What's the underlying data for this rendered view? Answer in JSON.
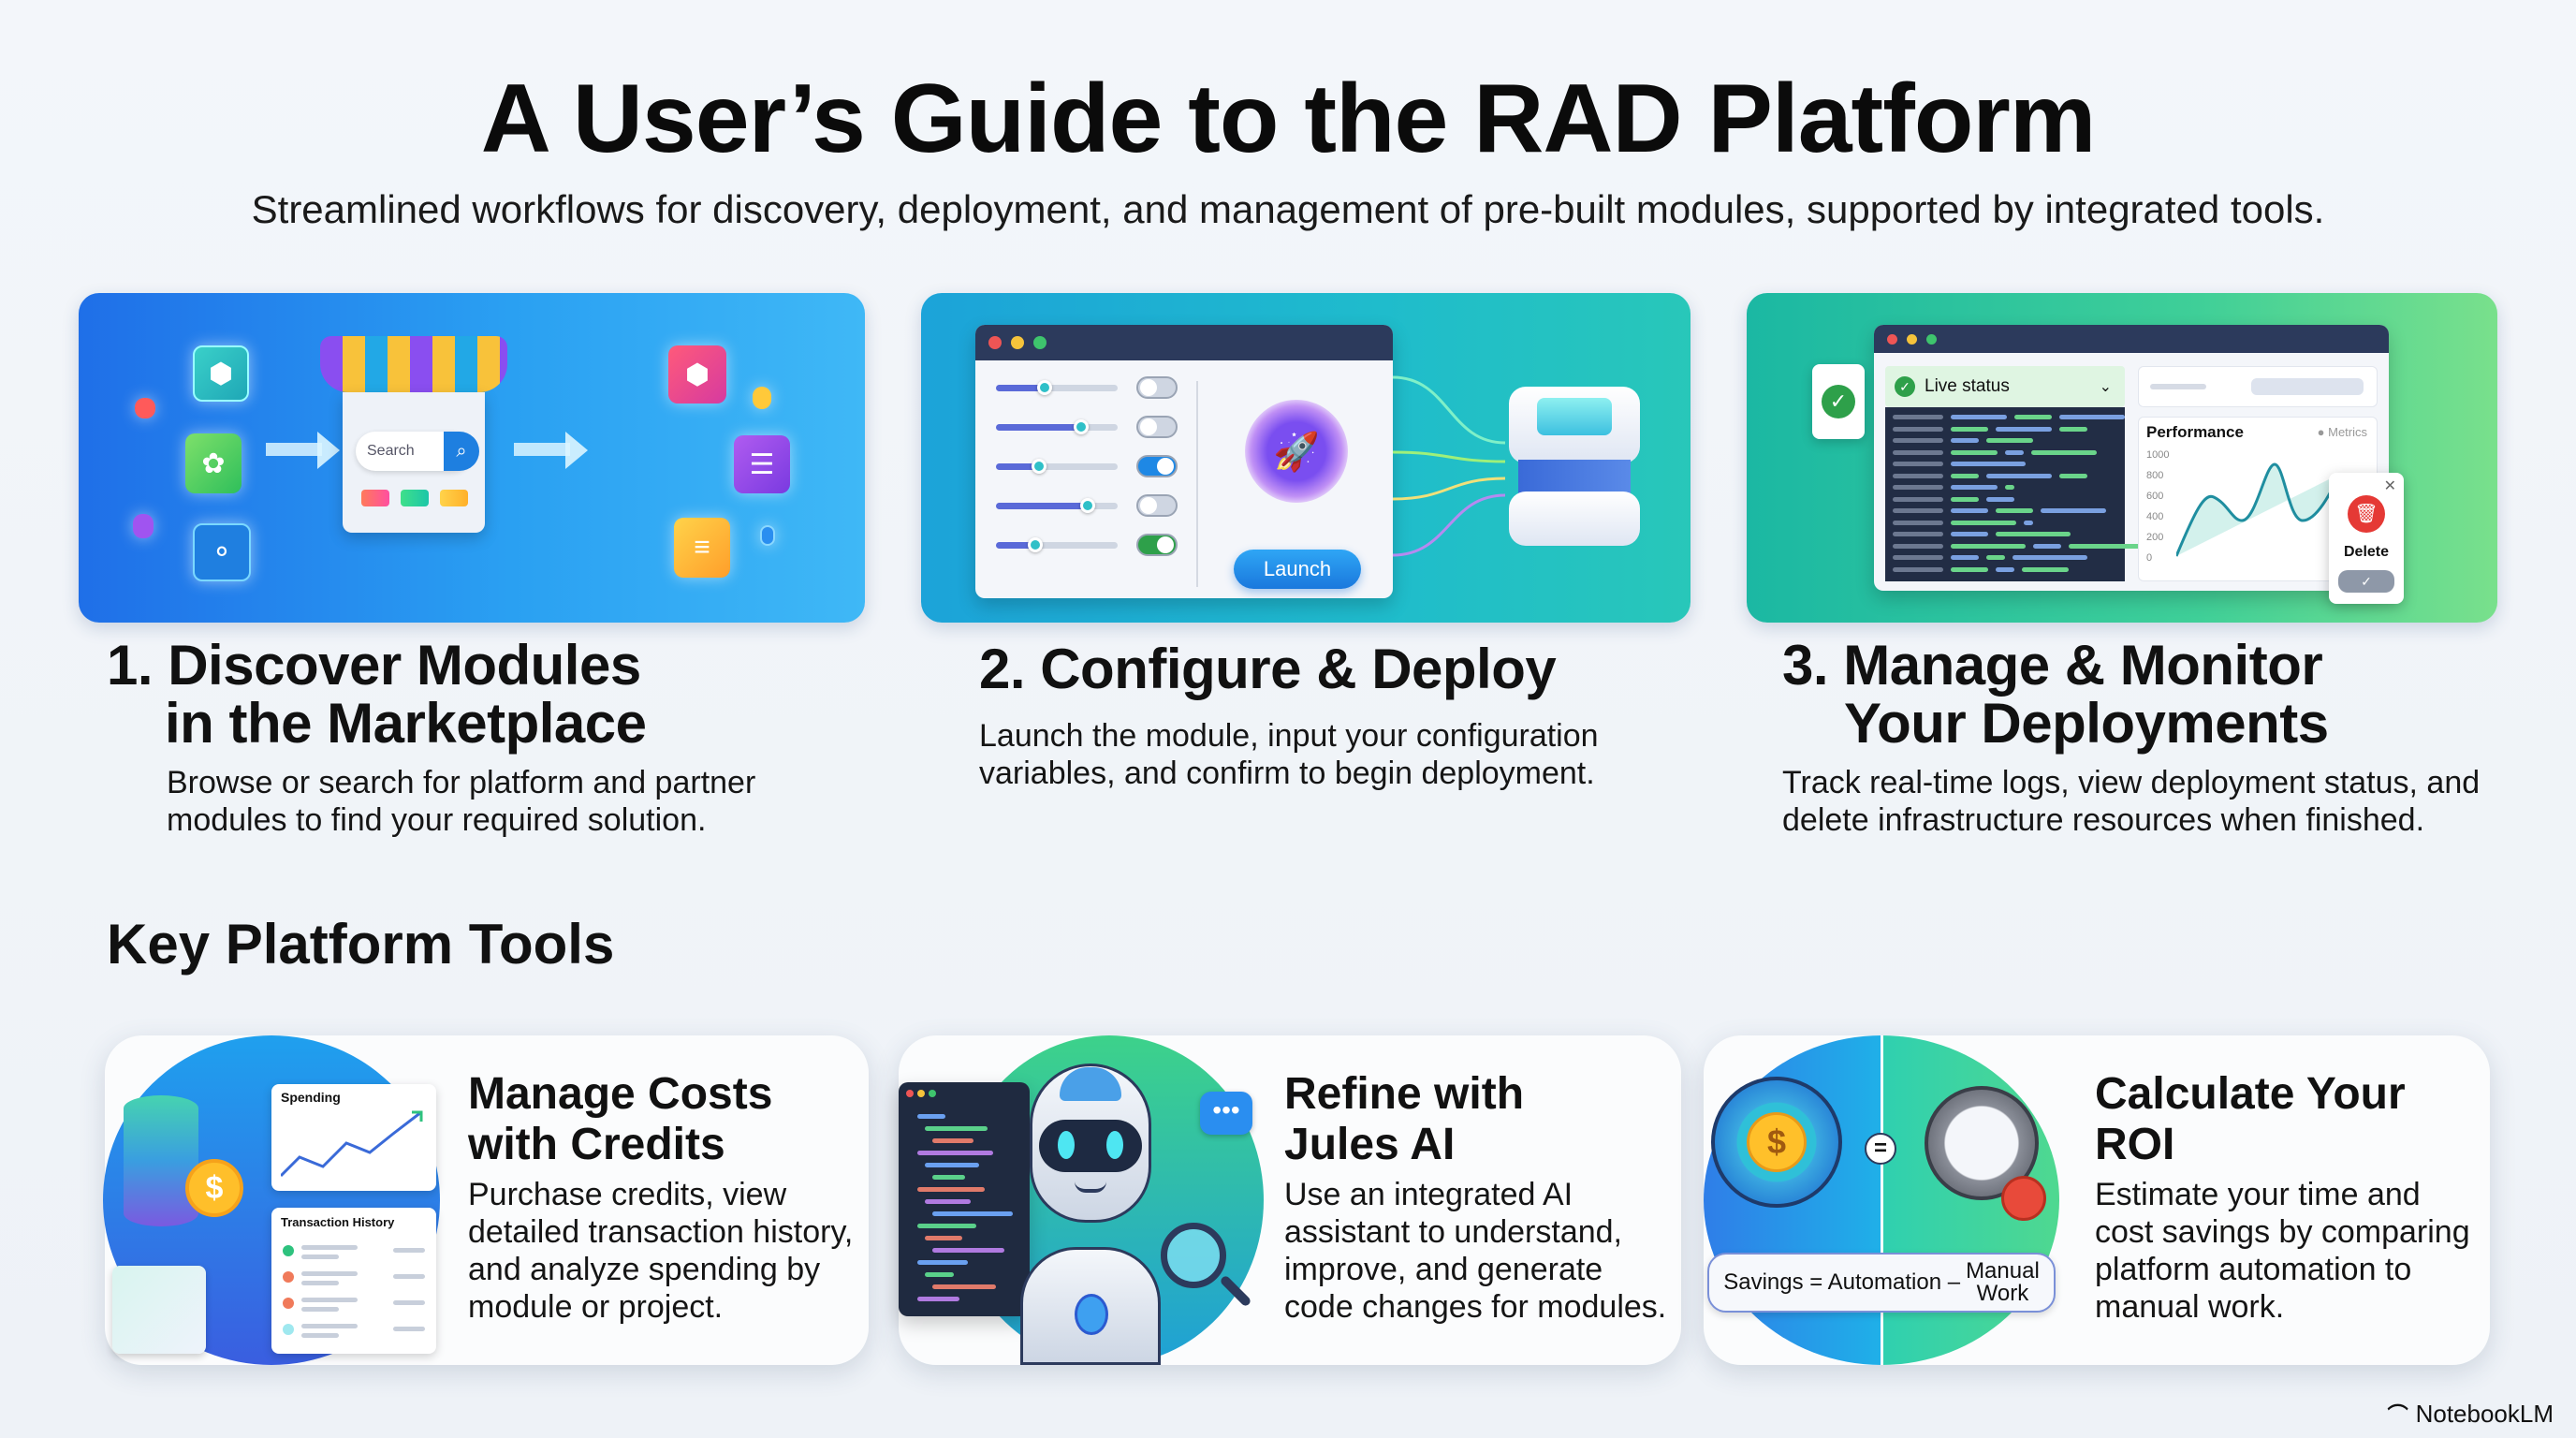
{
  "header": {
    "title": "A User’s Guide to the RAD Platform",
    "subtitle": "Streamlined workflows for discovery, deployment, and management of pre-built modules, supported by integrated tools."
  },
  "steps": [
    {
      "number": "1.",
      "title_line1": "Discover Modules",
      "title_line2": "in the Marketplace",
      "description": "Browse or search for platform and partner modules to find your required solution.",
      "illustration": {
        "search_placeholder": "Search",
        "icon": "storefront-icon"
      }
    },
    {
      "number": "2.",
      "title_line1": "Configure & Deploy",
      "description": "Launch the module, input your configuration variables, and confirm to begin deployment.",
      "illustration": {
        "launch_label": "Launch",
        "toggles": [
          false,
          false,
          true,
          false,
          true
        ],
        "slider_levels": [
          0.4,
          0.7,
          0.35,
          0.75,
          0.32
        ],
        "icon": "rocket-icon"
      }
    },
    {
      "number": "3.",
      "title_line1": "Manage & Monitor",
      "title_line2": "Your Deployments",
      "description": "Track real-time logs, view deployment status, and delete infrastructure resources when finished.",
      "illustration": {
        "status_label": "Live status",
        "chart_title": "Performance",
        "chart_legend": "Metrics",
        "y_ticks": [
          "1000",
          "800",
          "600",
          "400",
          "200",
          "0"
        ],
        "delete_label": "Delete"
      }
    }
  ],
  "tools": {
    "heading": "Key Platform Tools",
    "items": [
      {
        "title_line1": "Manage Costs",
        "title_line2": "with Credits",
        "description": "Purchase credits, view detailed transaction history, and analyze spending by module or project.",
        "illustration": {
          "spending_label": "Spending",
          "history_label": "Transaction History",
          "history_dots": [
            "#2ec27e",
            "#f07a5a",
            "#f07a5a",
            "#9fe8ef"
          ]
        }
      },
      {
        "title_line1": "Refine with",
        "title_line2": "Jules AI",
        "description": "Use an integrated AI assistant to understand, improve, and generate code changes for modules.",
        "illustration": {
          "icon": "robot-icon"
        }
      },
      {
        "title_line1": "Calculate Your",
        "title_line2": "ROI",
        "description": "Estimate your time and cost savings by comparing platform automation to manual work.",
        "illustration": {
          "formula_left": "Savings = Automation –",
          "formula_right_line1": "Manual",
          "formula_right_line2": "Work",
          "equals": "="
        }
      }
    ]
  },
  "footer": {
    "brand": "NotebookLM"
  },
  "colors": {
    "step1_panel": "#2a8ef0",
    "step2_panel": "#1fb8cf",
    "step3_panel": "#3fcf98",
    "launch_button": "#1e88e5",
    "delete_red": "#e53935",
    "status_green": "#2ec27e"
  }
}
